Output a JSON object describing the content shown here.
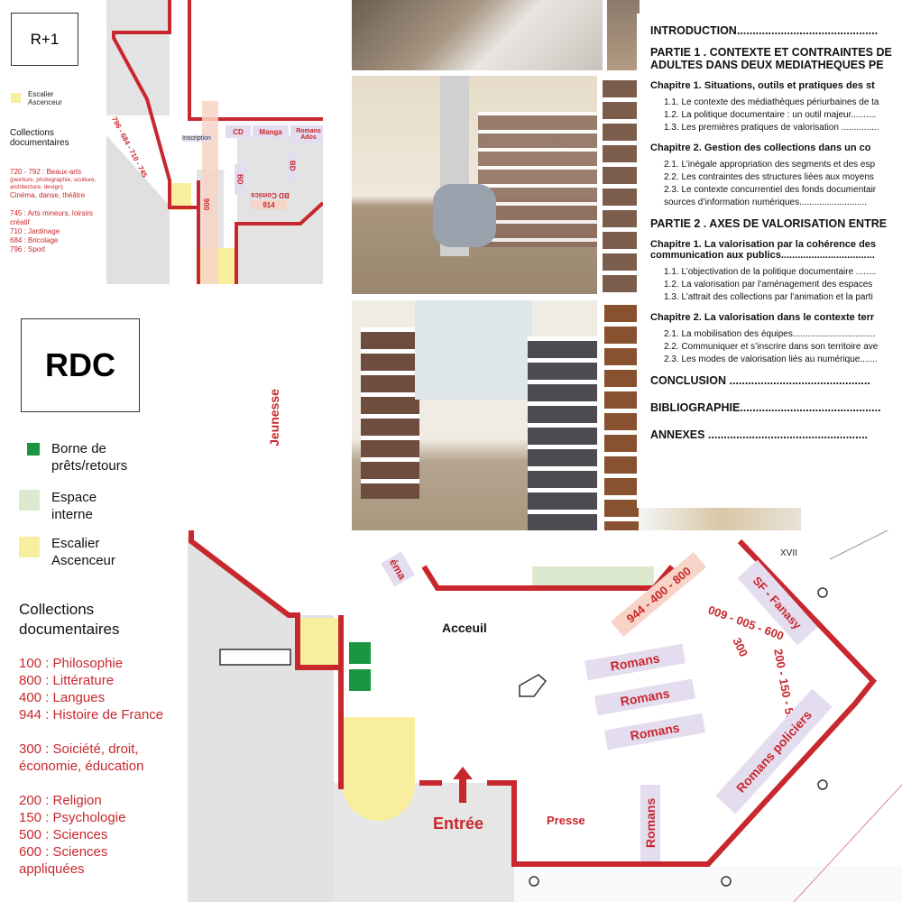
{
  "upper_floor": {
    "level_label": "R+1",
    "legend_stairs": "Escalier Ascenceur",
    "collections_title": "Collections documentaires",
    "collections": [
      {
        "code": "720 - 792 : Beaux-arts",
        "detail": "(peinture, photographie, sculture, architecture, design)",
        "extra": "Cinéma, danse, théâtre"
      },
      {
        "code": "745 : Arts mineurs, loirsirs créatif"
      },
      {
        "code": "710 : Jardinage"
      },
      {
        "code": "684 : Bricolage"
      },
      {
        "code": "796 : Sport"
      }
    ],
    "plan_labels": {
      "wall_codes": "796 - 684 - 710 - 745",
      "inscription": "Inscription",
      "cd": "CD",
      "manga": "Manga",
      "romans_ados": "Romans Ados",
      "bd1": "BD",
      "bd2": "BD",
      "bd_comics": "BD Comics",
      "code_914": "914",
      "code_900": "900"
    }
  },
  "ground_floor": {
    "level_label": "RDC",
    "jeunesse": "Jeunesse",
    "legend": [
      {
        "label": "Borne de prêts/retours",
        "color": "#1a9641"
      },
      {
        "label": "Espace interne",
        "color": "#dde9cf"
      },
      {
        "label": "Escalier Ascenceur",
        "color": "#f8ef9e"
      }
    ],
    "collections_title": "Collections documentaires",
    "collection_groups": [
      [
        "100 : Philosophie",
        "800 : Littérature",
        "400 : Langues",
        "944 : Histoire de France"
      ],
      [
        "300 : Soiciété, droit, économie, éducation"
      ],
      [
        "200 : Religion",
        "150 : Psychologie",
        "500 : Sciences",
        "600 : Sciences appliquées"
      ]
    ],
    "plan_labels": {
      "cinema": "éma",
      "acceuil": "Acceuil",
      "entree": "Entrée",
      "presse": "Presse",
      "codes_944": "944 - 400 - 800",
      "codes_curve_a": "009 - 005 - 600",
      "codes_curve_b": "300",
      "codes_curve_c": "200 - 150 - 500",
      "sf": "SF - Fanasy",
      "romans1": "Romans",
      "romans2": "Romans",
      "romans3": "Romans",
      "romans_vertical": "Romans",
      "romans_policiers": "Romans policiers",
      "grid_mark": "XVII"
    }
  },
  "toc": {
    "introduction": "INTRODUCTION.............................................",
    "partie1": "PARTIE 1 . CONTEXTE ET CONTRAINTES DE",
    "partie1_line2": "ADULTES DANS DEUX MEDIATHEQUES PE",
    "p1_ch1": "Chapitre 1. Situations, outils et pratiques des st",
    "p1_ch1_items": [
      "1.1. Le contexte des médiathèques périurbaines de ta",
      "1.2. La politique documentaire : un outil majeur..........",
      "1.3. Les premières pratiques de valorisation ..............."
    ],
    "p1_ch2": "Chapitre 2. Gestion des collections dans un co",
    "p1_ch2_items": [
      "2.1. L’inégale appropriation des segments et des esp",
      "2.2. Les contraintes des structures liées aux moyens",
      "2.3. Le contexte concurrentiel des fonds documentair",
      "sources d’information numériques..........................."
    ],
    "partie2": "PARTIE 2 . AXES DE VALORISATION ENTRE",
    "p2_ch1": "Chapitre 1. La valorisation par la cohérence des",
    "p2_ch1_line2": "communication aux publics..................................",
    "p2_ch1_items": [
      "1.1. L’objectivation de la politique documentaire ........",
      "1.2. La valorisation par l’aménagement des espaces",
      "1.3. L’attrait des collections par l’animation et la parti"
    ],
    "p2_ch2": "Chapitre 2. La valorisation dans le contexte terr",
    "p2_ch2_items": [
      "2.1. La mobilisation des équipes.................................",
      "2.2. Communiquer et s’inscrire dans son territoire ave",
      "2.3. Les modes de valorisation liés au numérique......."
    ],
    "conclusion": "CONCLUSION .............................................",
    "bibliographie": "BIBLIOGRAPHIE.............................................",
    "annexes": "ANNEXES ..................................................."
  }
}
